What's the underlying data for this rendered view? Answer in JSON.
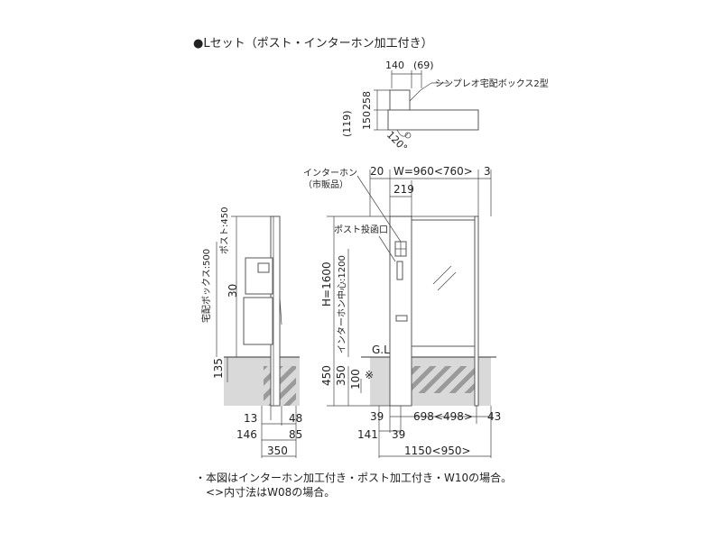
{
  "title": "●Lセット（ポスト・インターホン加工付き）",
  "plan_view": {
    "dim_top_a": "140",
    "dim_top_b": "(69)",
    "dim_left_a": "258",
    "dim_left_b": "150",
    "dim_left_c": "(119)",
    "box_label": "シンプレオ宅配ボックス2型",
    "angle": "120°"
  },
  "side_view": {
    "post_label": "ポスト:450",
    "box_label": "宅配ボックス:500",
    "dim_30": "30",
    "dim_135": "135",
    "dim_13": "13",
    "dim_48": "48",
    "dim_146": "146",
    "dim_85": "85",
    "dim_350": "350"
  },
  "front_view": {
    "intercom_label": "インターホン",
    "intercom_sub": "（市販品）",
    "dim_20": "20",
    "width_label": "W=960<760>",
    "dim_3": "3",
    "dim_219": "219",
    "slot_label": "ポスト投函口",
    "height_label": "H=1600",
    "intercom_center": "インターホン中心:1200",
    "gl": "G.L",
    "dim_450": "450",
    "dim_350": "350",
    "dim_100": "100",
    "mark": "※",
    "dim_39a": "39",
    "dim_698": "698<498>",
    "dim_43": "43",
    "dim_141": "141",
    "dim_39b": "39",
    "dim_1150": "1150<950>"
  },
  "notes": [
    "・本図はインターホン加工付き・ポスト加工付き・W10の場合。",
    "　<>内寸法はW08の場合。"
  ]
}
